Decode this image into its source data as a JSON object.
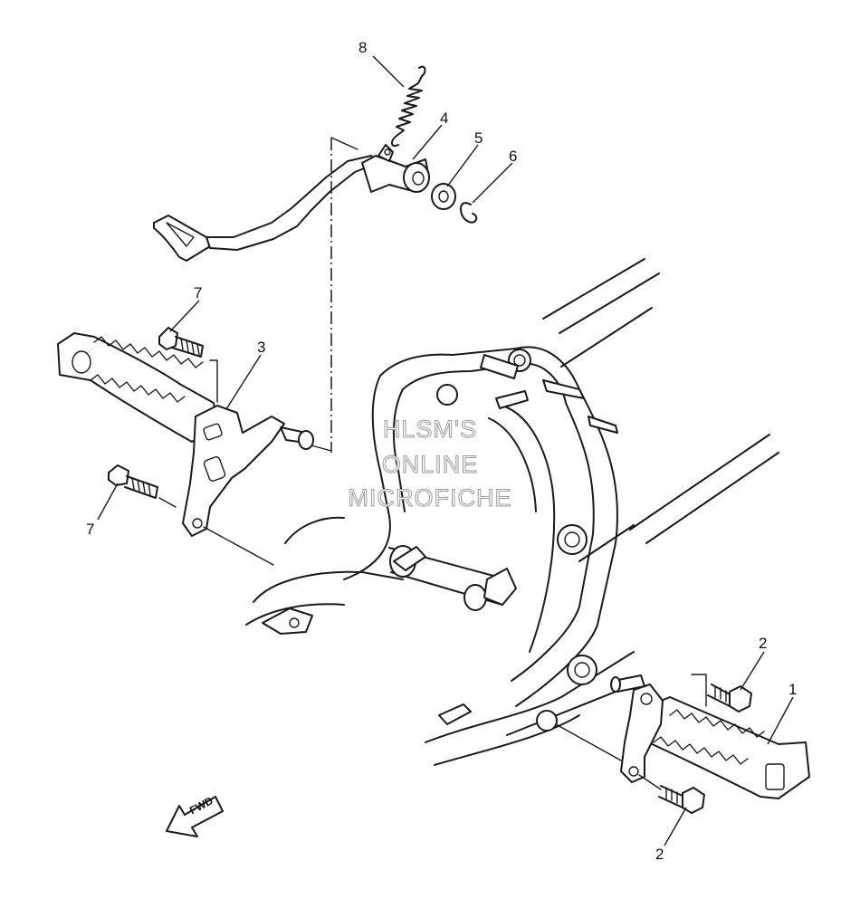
{
  "callouts": [
    {
      "id": "c8",
      "text": "8"
    },
    {
      "id": "c4",
      "text": "4"
    },
    {
      "id": "c5",
      "text": "5"
    },
    {
      "id": "c6",
      "text": "6"
    },
    {
      "id": "c7a",
      "text": "7"
    },
    {
      "id": "c3",
      "text": "3"
    },
    {
      "id": "c7b",
      "text": "7"
    },
    {
      "id": "c2a",
      "text": "2"
    },
    {
      "id": "c1",
      "text": "1"
    },
    {
      "id": "c2b",
      "text": "2"
    }
  ],
  "watermark": {
    "line1": "HLSM'S",
    "line2": "ONLINE",
    "line3": "MICROFICHE"
  },
  "direction_marker": {
    "label": "FWD"
  }
}
